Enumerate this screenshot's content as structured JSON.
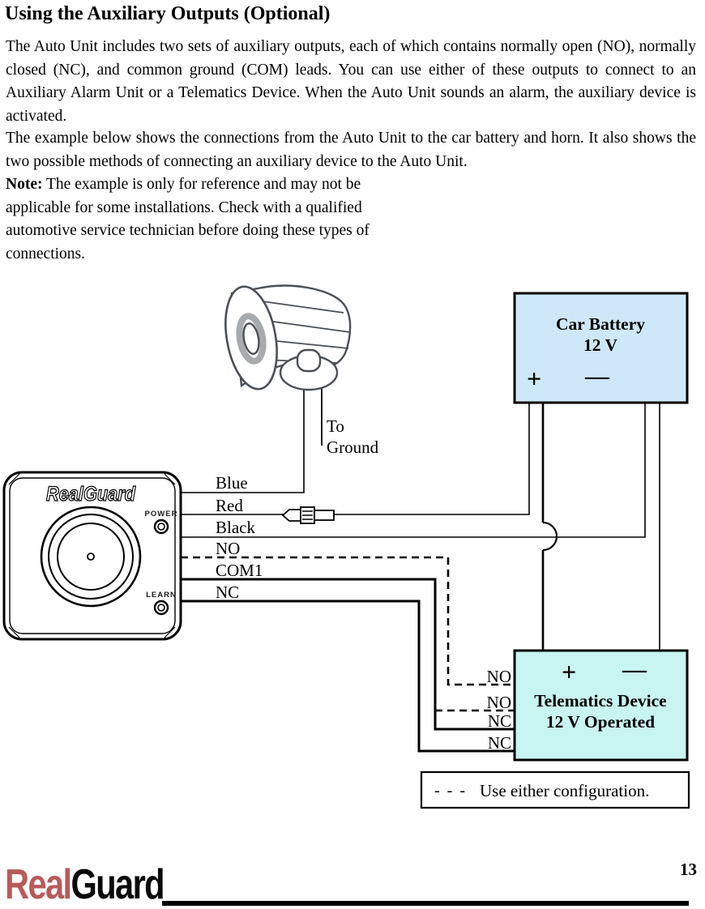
{
  "page": {
    "title": "Using the Auxiliary Outputs (Optional)",
    "paragraph1": "The Auto Unit includes two sets of auxiliary outputs, each of which contains normally open (NO), normally closed (NC), and common ground (COM) leads. You can use either of these outputs to connect to an Auxiliary Alarm Unit or a Telematics Device. When the Auto Unit sounds an alarm, the auxiliary device is activated.",
    "paragraph2": "The example below shows the connections from the Auto Unit to the car battery and horn. It also shows the two possible methods of connecting an auxiliary device to the Auto Unit.",
    "note_label": "Note:",
    "note_text": " The example is only for reference and may not be applicable for some installations. Check with a qualified automotive service technician before doing these types of connections."
  },
  "diagram": {
    "horn_label_line1": "To",
    "horn_label_line2": "Ground",
    "unit": {
      "brand": "RealGuard",
      "power_label": "POWER",
      "learn_label": "LEARN"
    },
    "wires": [
      {
        "label": "Blue"
      },
      {
        "label": "Red"
      },
      {
        "label": "Black"
      },
      {
        "label": "NO"
      },
      {
        "label": "COM1"
      },
      {
        "label": "NC"
      }
    ],
    "battery": {
      "title": "Car Battery",
      "subtitle": "12 V",
      "plus": "+",
      "minus": "—",
      "fill": "#cfe8f9"
    },
    "telematics": {
      "plus": "+",
      "minus": "—",
      "title": "Telematics Device",
      "subtitle": "12 V Operated",
      "terminals": [
        "NO",
        "NO",
        "NC",
        "NC"
      ],
      "fill": "#c8f4f2"
    },
    "legend": {
      "dashes": "- - -",
      "text": "Use either configuration."
    }
  },
  "footer": {
    "brand_red": "Real",
    "brand_black": "Guard",
    "page_number": "13",
    "logo_red_color": "#b85a5a"
  }
}
